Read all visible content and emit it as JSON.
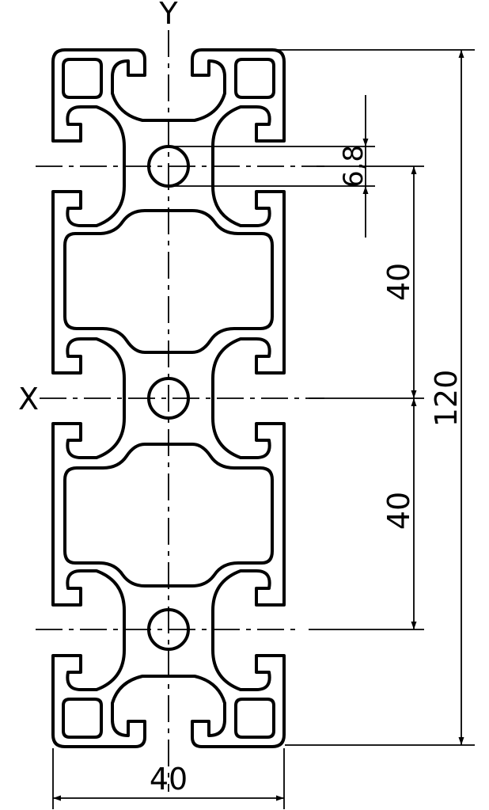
{
  "drawing": {
    "title": "Aluminium profile 40x120 cross-section",
    "axis_y_label": "Y",
    "axis_x_label": "X",
    "dimensions": {
      "overall_height": "120",
      "pitch_upper": "40",
      "pitch_lower": "40",
      "width": "40",
      "hole_diameter": "6,8"
    }
  }
}
